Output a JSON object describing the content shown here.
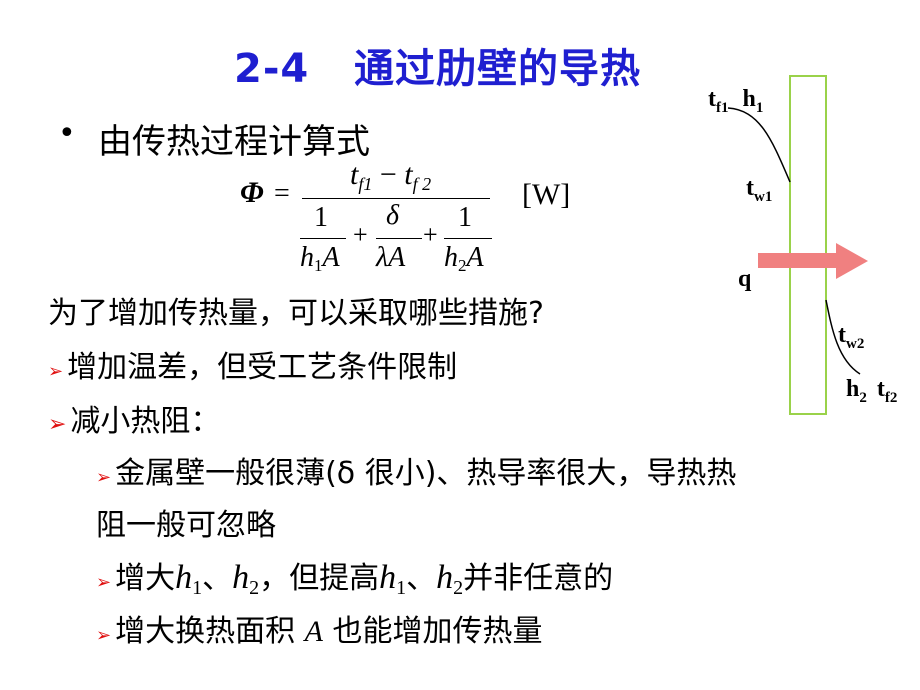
{
  "slide": {
    "title": "2-4   通过肋壁的导热",
    "bullet": "由传热过程计算式",
    "formula": {
      "phi": "Φ",
      "eq": "=",
      "num_t": "t",
      "num_sub1": "f1",
      "minus": "−",
      "num_sub2": "f 2",
      "one1": "1",
      "h1": "h",
      "h1_sub": "1",
      "A": "A",
      "plus1": "+",
      "delta": "δ",
      "lambda": "λ",
      "plus2": "+",
      "one2": "1",
      "h2": "h",
      "h2_sub": "2",
      "unit": "[W]"
    },
    "question": "为了增加传热量，可以采取哪些措施?",
    "point1": "增加温差，但受工艺条件限制",
    "point2": "减小热阻：",
    "sub1_line1": "金属壁一般很薄(δ 很小)、热导率很大，导热热",
    "sub1_line2": "阻一般可忽略",
    "sub2": {
      "pre": "增大",
      "h": "h",
      "s1": "1",
      "sep": "、",
      "s2": "2",
      "mid": "，但提高",
      "post": "并非任意的"
    },
    "sub3": {
      "pre": "增大换热面积 ",
      "A": "A",
      "post": " 也能增加传热量"
    },
    "arrow_glyph": "➢"
  },
  "diagram": {
    "tf1": "t",
    "tf1_sub": "f1",
    "h1": "h",
    "h1_sub": "1",
    "tw1": "t",
    "tw1_sub": "w1",
    "q": "q",
    "tw2": "t",
    "tw2_sub": "w2",
    "h2": "h",
    "h2_sub": "2",
    "tf2": "t",
    "tf2_sub": "f2",
    "wall_color": "#9ad24a",
    "arrow_color": "#f08080"
  }
}
